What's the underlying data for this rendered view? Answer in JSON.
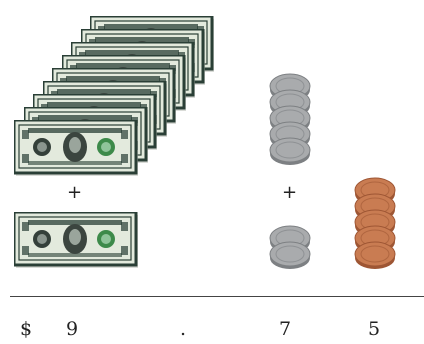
{
  "colors": {
    "bill_face": "#e3eadd",
    "bill_border": "#2a3f36",
    "bill_seal_green": "#3d8a4a",
    "bill_seal_dark": "#34403a",
    "coin_silver": "#a9abad",
    "coin_penny": "#c97c52"
  },
  "worksheet": {
    "dollar_stack_count": 9,
    "single_dollar_count": 1,
    "top_silver_coin_count": 5,
    "bottom_silver_coin_count": 2,
    "penny_count": 5,
    "plus_left": "+",
    "plus_right": "+",
    "answer": {
      "dollar_sign": "$",
      "dollars": "9",
      "decimal_point": ".",
      "tenths": "7",
      "hundredths": "5"
    }
  }
}
